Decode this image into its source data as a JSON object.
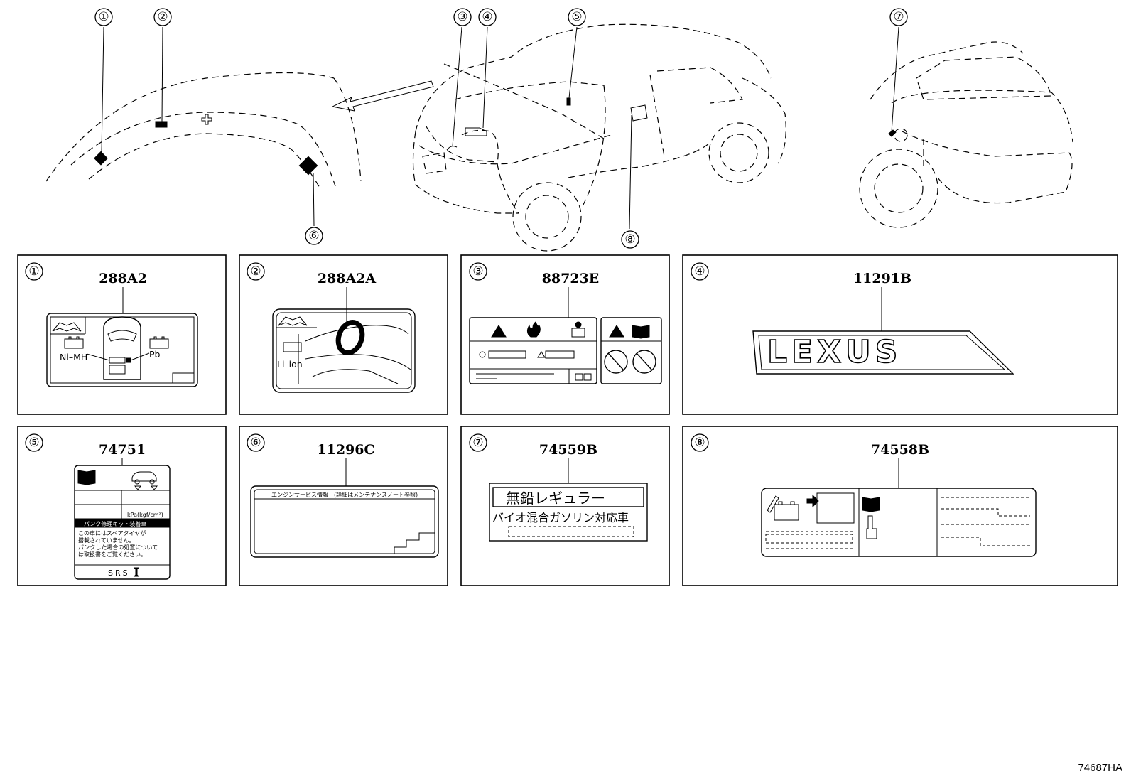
{
  "callouts": [
    {
      "n": "①",
      "name": "callout-1"
    },
    {
      "n": "②",
      "name": "callout-2"
    },
    {
      "n": "③",
      "name": "callout-3"
    },
    {
      "n": "④",
      "name": "callout-4"
    },
    {
      "n": "⑤",
      "name": "callout-5"
    },
    {
      "n": "⑥",
      "name": "callout-6"
    },
    {
      "n": "⑦",
      "name": "callout-7"
    },
    {
      "n": "⑧",
      "name": "callout-8"
    }
  ],
  "panels": [
    {
      "n": "①",
      "part": "288A2",
      "texts": {
        "left": "Ni–MH",
        "right": "Pb"
      }
    },
    {
      "n": "②",
      "part": "288A2A",
      "texts": {
        "left": "Li–ion"
      }
    },
    {
      "n": "③",
      "part": "88723E"
    },
    {
      "n": "④",
      "part": "11291B",
      "texts": {
        "emblem": "LEXUS"
      }
    },
    {
      "n": "⑤",
      "part": "74751",
      "texts": {
        "unit": "kPa(kgf/cm²)",
        "banner": "パンク修理キット装着車",
        "note1": "この車にはスペアタイヤが",
        "note2": "搭載されていません。",
        "note3": "パンクした場合の処置について",
        "note4": "は取扱書をご覧ください。",
        "srs": "SRS"
      }
    },
    {
      "n": "⑥",
      "part": "11296C",
      "texts": {
        "header": "エンジンサービス情報",
        "header_sub": "(詳細はメンテナンスノート参照)"
      }
    },
    {
      "n": "⑦",
      "part": "74559B",
      "texts": {
        "line1": "無鉛レギュラー",
        "line2": "バイオ混合ガソリン対応車"
      }
    },
    {
      "n": "⑧",
      "part": "74558B"
    }
  ],
  "diagram_code": "74687HA"
}
